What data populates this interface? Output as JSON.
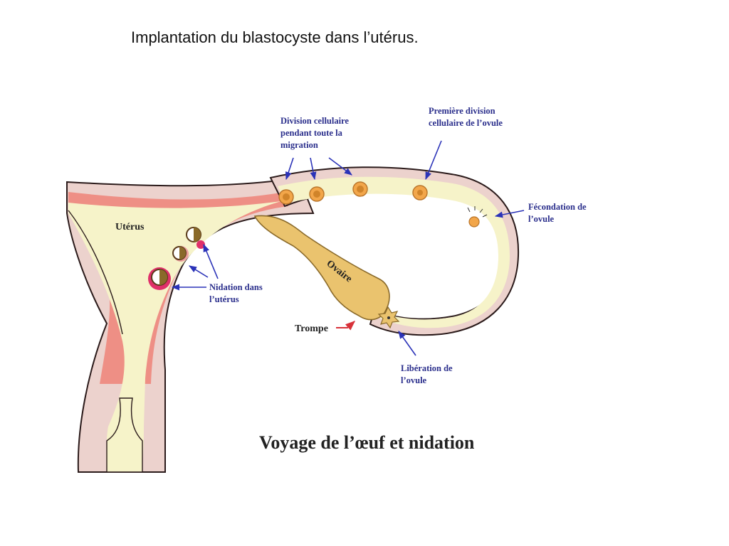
{
  "slide": {
    "title": "Implantation du blastocyste dans l’utérus."
  },
  "diagram": {
    "caption": "Voyage de l’œuf et nidation",
    "labels": {
      "division_migration": [
        "Division cellulaire",
        "pendant toute la",
        "migration"
      ],
      "premiere_division": [
        "Première division",
        "cellulaire de l’ovule"
      ],
      "fecondation": [
        "Fécondation de",
        "l’ovule"
      ],
      "liberation": [
        "Libération de",
        "l’ovule"
      ],
      "nidation": [
        "Nidation dans",
        "l’utérus"
      ],
      "uterus": "Utérus",
      "ovaire": "Ovaire",
      "trompe": "Trompe"
    },
    "colors": {
      "tissue_pink": "#ecd2cd",
      "tube_outline": "#2a1a1a",
      "lumen_cream": "#f6f3c9",
      "endometrium_red": "#ee8f85",
      "ovary_tan": "#eac36e",
      "ovary_outline": "#8a6a2a",
      "egg_orange": "#f2a64a",
      "nidation_magenta": "#e0306a",
      "arrow_blue": "#2b33b8",
      "trompe_arrow_red": "#d8323a"
    }
  }
}
